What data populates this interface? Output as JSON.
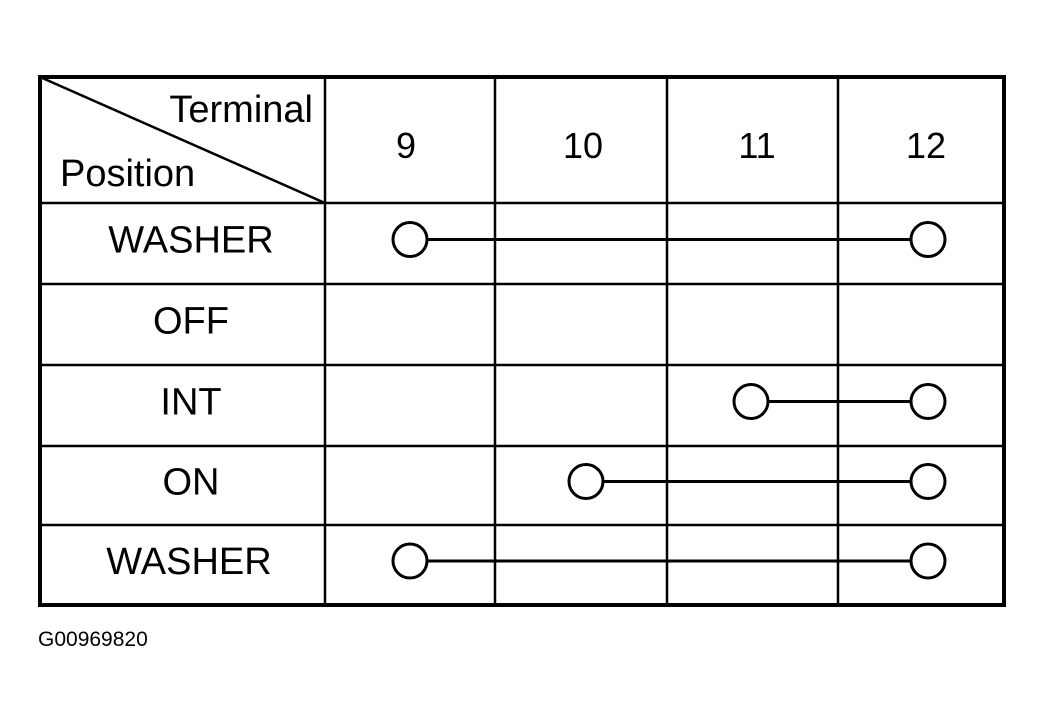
{
  "table": {
    "header": {
      "terminal_label": "Terminal",
      "position_label": "Position"
    },
    "terminals": [
      "9",
      "10",
      "11",
      "12"
    ],
    "rows": [
      {
        "position": "WASHER",
        "connected": [
          "9",
          "12"
        ]
      },
      {
        "position": "OFF",
        "connected": []
      },
      {
        "position": "INT",
        "connected": [
          "11",
          "12"
        ]
      },
      {
        "position": "ON",
        "connected": [
          "10",
          "12"
        ]
      },
      {
        "position": "WASHER",
        "connected": [
          "9",
          "12"
        ]
      }
    ]
  },
  "figure_id": "G00969820"
}
